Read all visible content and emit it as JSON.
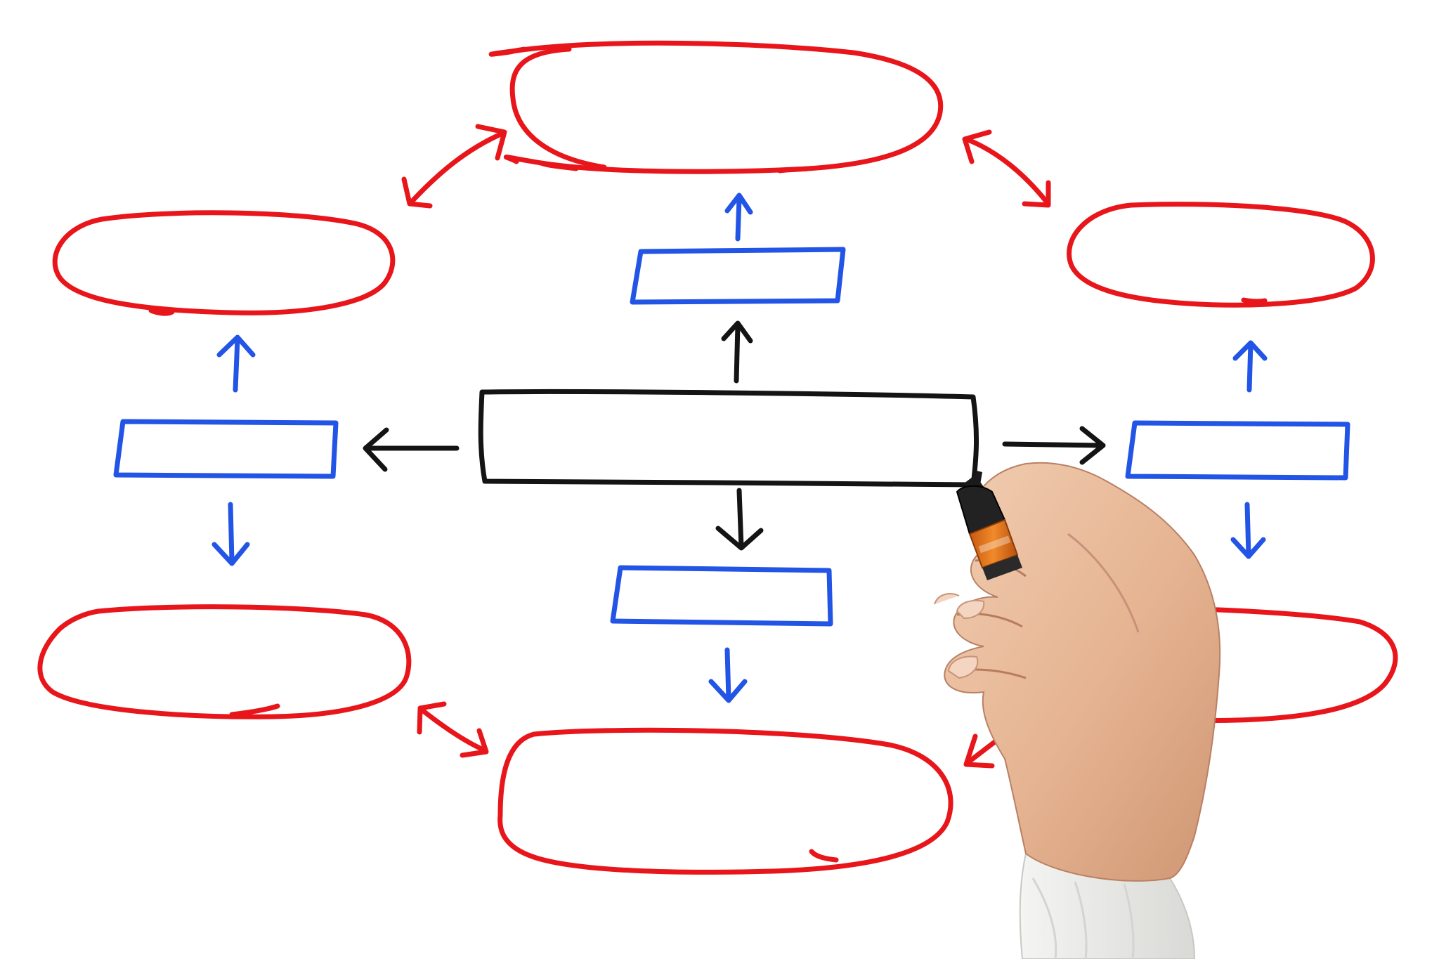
{
  "colors": {
    "background": "#ffffff",
    "center_box": "#141414",
    "secondary_box": "#2255e6",
    "outer_ellipse": "#e8161b",
    "marker_body": "#e8741c",
    "skin": "#e8b999"
  },
  "diagram": {
    "center_node": {
      "label": ""
    },
    "branches": [
      {
        "id": "top",
        "box_label": "",
        "ellipse_label": ""
      },
      {
        "id": "left",
        "box_label": "",
        "ellipse_label": ""
      },
      {
        "id": "right",
        "box_label": "",
        "ellipse_label": ""
      },
      {
        "id": "bottom",
        "box_label": "",
        "ellipse_label": ""
      },
      {
        "id": "bottom-left",
        "box_label": "",
        "ellipse_label": ""
      },
      {
        "id": "bottom-right",
        "box_label": "",
        "ellipse_label": ""
      }
    ]
  }
}
